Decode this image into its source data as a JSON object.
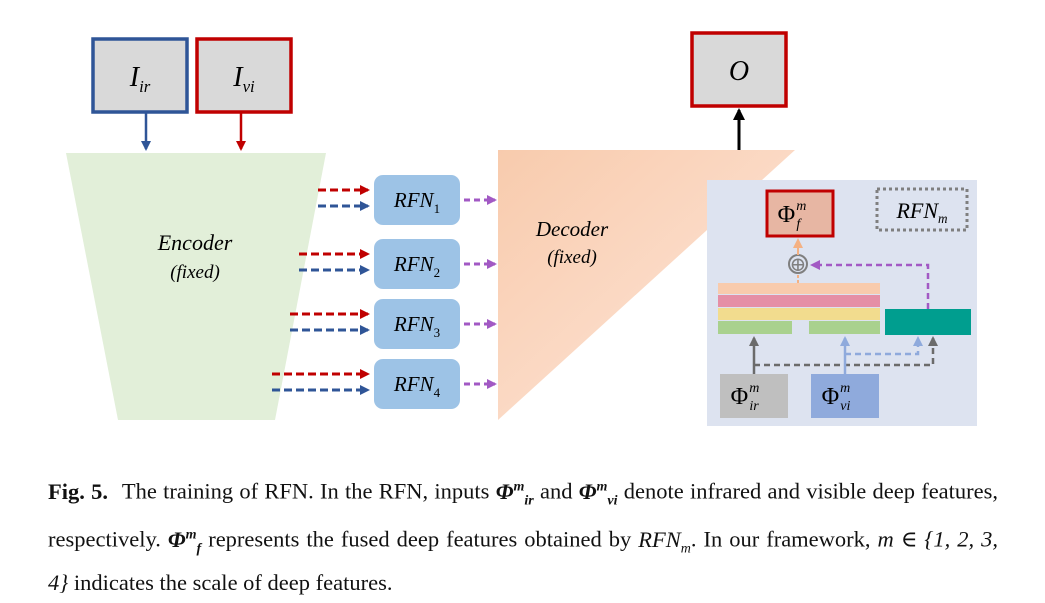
{
  "diagram": {
    "inputs": {
      "ir": {
        "base": "I",
        "sub": "ir"
      },
      "vi": {
        "base": "I",
        "sub": "vi"
      }
    },
    "encoder": {
      "label": "Encoder",
      "note": "(fixed)"
    },
    "decoder": {
      "label": "Decoder",
      "note": "(fixed)"
    },
    "output": {
      "label": "O"
    },
    "rfn_blocks": [
      {
        "base": "RFN",
        "sub": "1"
      },
      {
        "base": "RFN",
        "sub": "2"
      },
      {
        "base": "RFN",
        "sub": "3"
      },
      {
        "base": "RFN",
        "sub": "4"
      }
    ],
    "inset": {
      "title": {
        "base": "RFN",
        "sub": "m"
      },
      "phi_f": {
        "base": "Φ",
        "sup": "m",
        "sub": "f"
      },
      "phi_ir": {
        "base": "Φ",
        "sup": "m",
        "sub": "ir"
      },
      "phi_vi": {
        "base": "Φ",
        "sup": "m",
        "sub": "vi"
      },
      "plus_symbol": "⊕"
    },
    "colors": {
      "ir_red": "#c00000",
      "vi_blue": "#2f5597",
      "purple": "#a259c4",
      "encoder_green": "#e2efd9",
      "rfn_blue": "#9dc3e6",
      "inset_bg": "#dde3f0",
      "teal": "#009e8f"
    }
  },
  "caption": {
    "fig_label": "Fig. 5.",
    "t1": "The training of RFN. In the RFN, inputs",
    "phi1_base": "Φ",
    "phi1_sup": "m",
    "phi1_sub": "ir",
    "t2": "and",
    "phi2_base": "Φ",
    "phi2_sup": "m",
    "phi2_sub": "vi",
    "t3": "denote infrared and visible deep features, respectively.",
    "phi3_base": "Φ",
    "phi3_sup": "m",
    "phi3_sub": "f",
    "t4": "represents the fused deep features obtained by",
    "rfn_base": "RFN",
    "rfn_sub": "m",
    "t5": ". In our framework,",
    "set_expr": "m ∈ {1, 2, 3, 4}",
    "t6": "indicates the scale of deep features."
  }
}
